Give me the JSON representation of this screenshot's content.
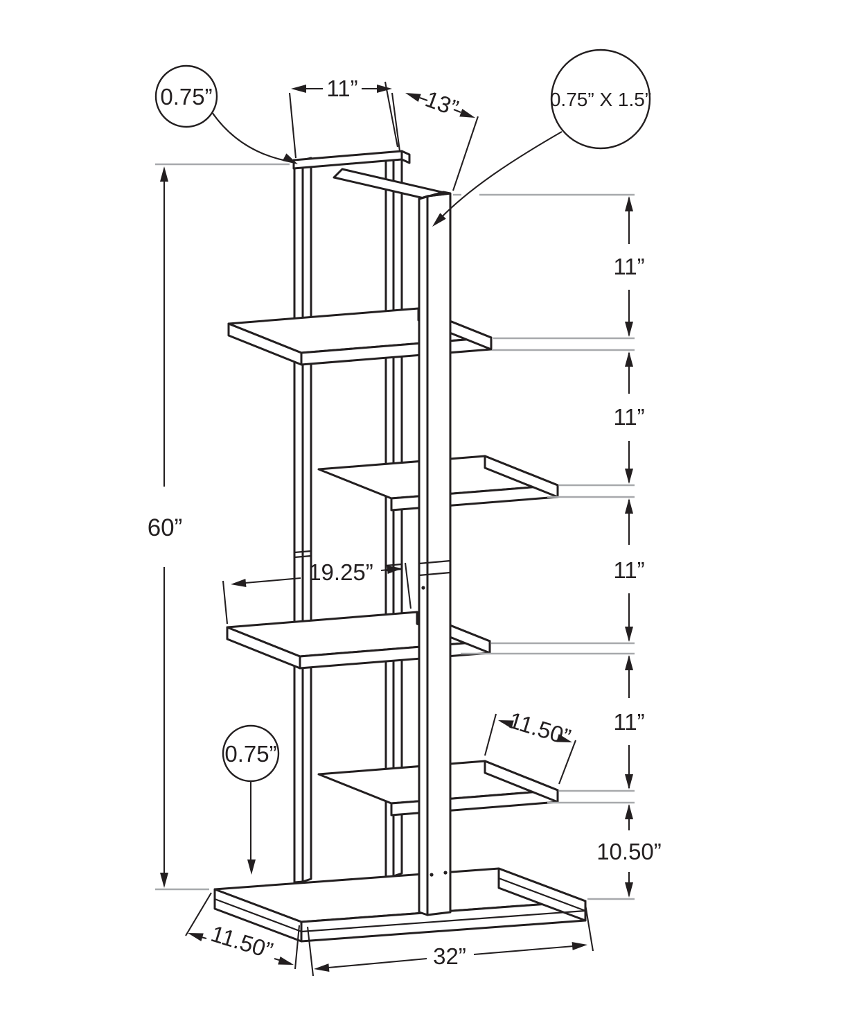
{
  "figure": {
    "callouts": {
      "frame_thickness_top": "0.75”",
      "post_cross_section": "0.75” X 1.5”",
      "shelf_thickness": "0.75”"
    },
    "dimensions": {
      "top_shelf_width": "11”",
      "top_depth": "13”",
      "overall_height": "60”",
      "middle_shelf_width": "19.25”",
      "right_gaps": [
        "11”",
        "11”",
        "11”",
        "11”",
        "10.50”"
      ],
      "upper_shelf_depth": "11.50”",
      "base_depth": "11.50”",
      "overall_width": "32”"
    },
    "colors": {
      "line": "#231f20",
      "extension_line": "#a7a9ac",
      "background": "#ffffff"
    }
  }
}
